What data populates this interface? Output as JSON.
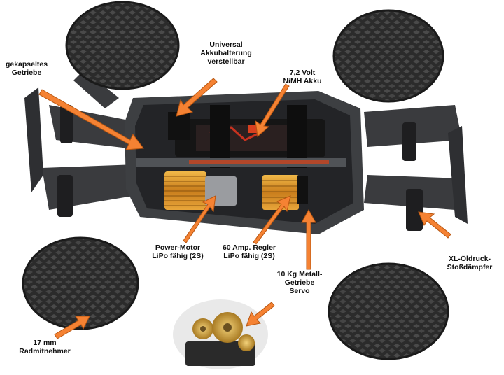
{
  "colors": {
    "arrow": "#f58233",
    "arrow_outline": "#b85610",
    "tire": "#2a2a2a",
    "chassis": "#3d3f42",
    "chassis_dark": "#232427",
    "motor_copper": "#d99a2b",
    "gear_gold": "#c9a44a"
  },
  "image": {
    "subject": "RC monster truck chassis top view with labeled components"
  },
  "labels": {
    "gearbox": [
      "gekapseltes",
      "Getriebe"
    ],
    "battery_holder": [
      "Universal",
      "Akkuhalterung",
      "verstellbar"
    ],
    "battery": [
      "7,2 Volt",
      "NiMH Akku"
    ],
    "motor": [
      "Power-Motor",
      "LiPo fähig (2S)"
    ],
    "esc": [
      "60 Amp. Regler",
      "LiPo fähig (2S)"
    ],
    "servo": [
      "10 Kg Metall-",
      "Getriebe",
      "Servo"
    ],
    "shocks": [
      "XL-Öldruck-",
      "Stoßdämpfer"
    ],
    "wheel_hub": [
      "17 mm",
      "Radmitnehmer"
    ]
  }
}
